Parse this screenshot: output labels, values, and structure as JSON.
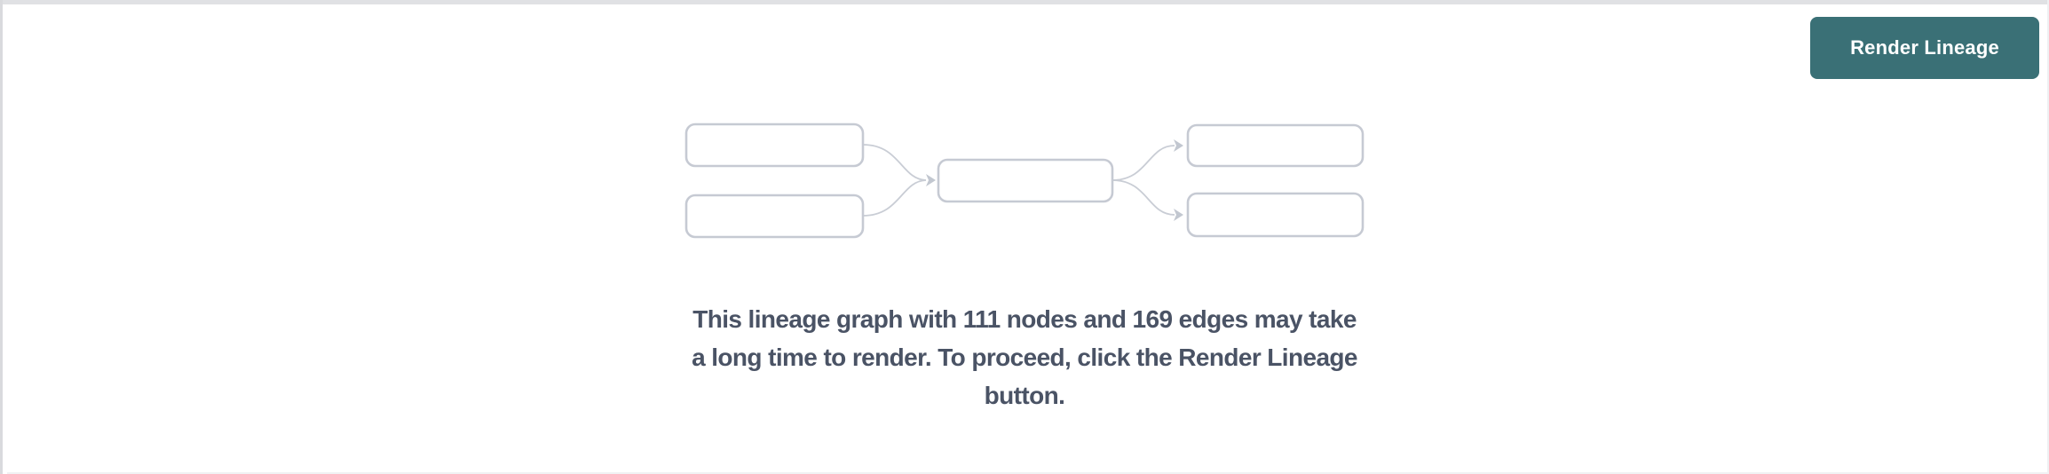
{
  "page": {
    "background": "#ffffff",
    "top_border_color": "#e0e1e4",
    "left_border_color": "#d9dadd",
    "right_border_color": "#eef0f2",
    "bottom_border_color": "#f0f1f3"
  },
  "header": {
    "render_button": {
      "label": "Render Lineage",
      "background_color": "#3a7076",
      "text_color": "#ffffff"
    }
  },
  "lineage_placeholder": {
    "description": "decorative placeholder graph with 5 empty nodes and 4 curved edges",
    "box_fill": "#ffffff",
    "box_border_color": "#c6cad3",
    "edge_color": "#c9cdd5",
    "arrow_color": "#c2c7d0"
  },
  "message": {
    "full_text": "This lineage graph with 111 nodes and 169 edges may take a long time to render. To proceed, click the Render Lineage button.",
    "lines": [
      "This lineage graph with 111 nodes and 169 edges may take",
      "a long time to render. To proceed, click the Render Lineage",
      "button."
    ],
    "node_count": "111",
    "edge_count": "169",
    "text_color": "#4a5365"
  }
}
